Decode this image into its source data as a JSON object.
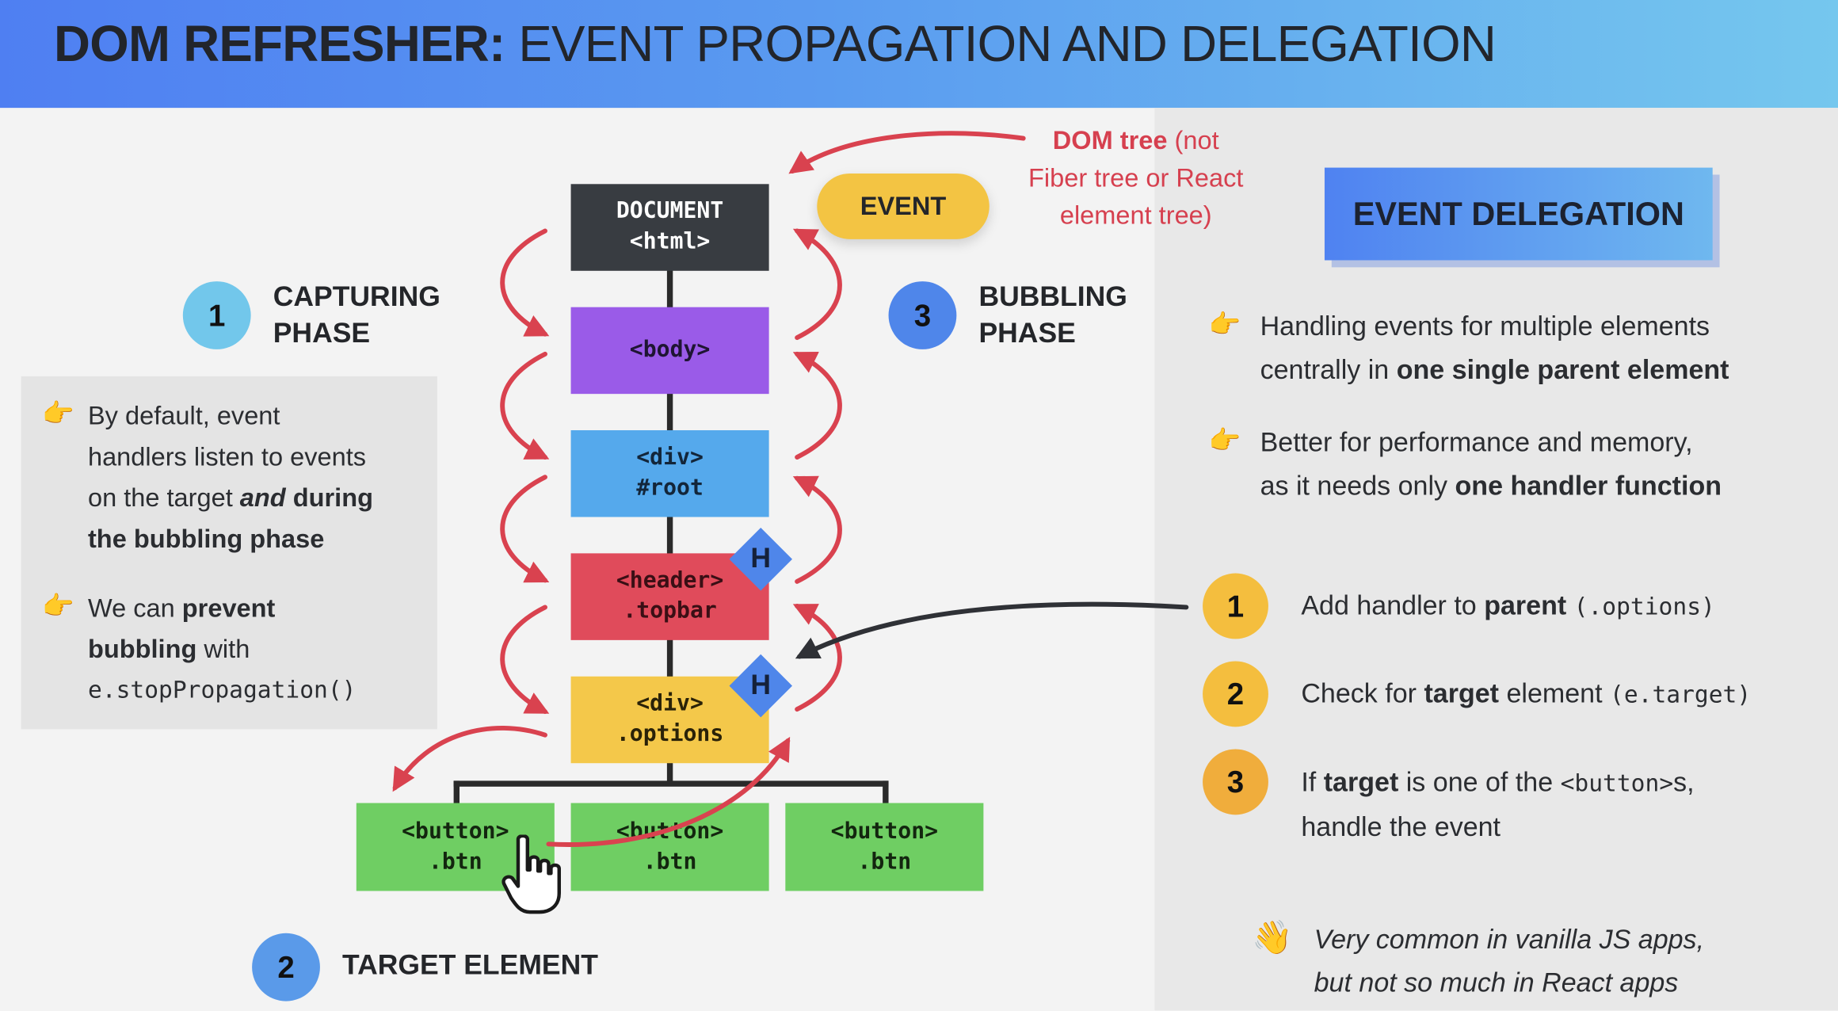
{
  "title": {
    "bold": "DOM REFRESHER:",
    "rest": " EVENT PROPAGATION AND DELEGATION"
  },
  "tree": {
    "document": [
      "DOCUMENT",
      "<html>"
    ],
    "body": [
      "<body>"
    ],
    "root": [
      "<div>",
      "#root"
    ],
    "header": [
      "<header>",
      ".topbar"
    ],
    "options": [
      "<div>",
      ".options"
    ],
    "buttons": [
      [
        "<button>",
        ".btn"
      ],
      [
        "<button>",
        ".btn"
      ],
      [
        "<button>",
        ".btn"
      ]
    ],
    "h_badge": "H"
  },
  "event_pill": "EVENT",
  "dom_note": {
    "bold": "DOM tree",
    "rest_1": " (not",
    "line2": "Fiber tree or React",
    "line3": "element tree)"
  },
  "phases": {
    "capturing": {
      "num": "1",
      "line1": "CAPTURING",
      "line2": "PHASE"
    },
    "target": {
      "num": "2",
      "label": "TARGET ELEMENT"
    },
    "bubbling": {
      "num": "3",
      "line1": "BUBBLING",
      "line2": "PHASE"
    }
  },
  "left_notes": {
    "note1": {
      "a": "By default, event",
      "b": "handlers listen to events",
      "c": "on the target ",
      "c_em": "and",
      "c_bold": " during",
      "d": "the bubbling phase"
    },
    "note2": {
      "a": "We can ",
      "a_bold": "prevent",
      "b_bold": "bubbling",
      "b": " with",
      "c_code": "e.stopPropagation()"
    }
  },
  "delegation": {
    "heading": "EVENT DELEGATION",
    "point1": {
      "a": "Handling events for multiple elements",
      "b": "centrally in ",
      "b_bold": "one single parent element"
    },
    "point2": {
      "a": "Better for performance and memory,",
      "b": "as it needs only ",
      "b_bold": "one handler function"
    },
    "steps": [
      {
        "num": "1",
        "pre": "Add handler to ",
        "bold": "parent",
        "post": " ",
        "code": "(.options)"
      },
      {
        "num": "2",
        "pre": "Check for ",
        "bold": "target",
        "post": " element ",
        "code": "(e.target)"
      },
      {
        "num": "3",
        "pre": "If ",
        "bold": "target",
        "post": " is one of the ",
        "code": "<button>",
        "tail": "s,",
        "line2": "handle the event"
      }
    ],
    "footnote": {
      "a": "Very common in vanilla JS apps,",
      "b": "but not so much in React apps"
    }
  },
  "colors": {
    "document": "#383c41",
    "body": "#9a5be8",
    "root": "#55a9ec",
    "header": "#e04b5b",
    "options": "#f4c84a",
    "button": "#6fce63",
    "arrow": "#d9424f",
    "step_circle": "#f4be3e"
  },
  "icons": {
    "bullet": "pointing-hand-icon",
    "cursor": "hand-cursor-icon",
    "wave": "waving-hand-icon"
  }
}
